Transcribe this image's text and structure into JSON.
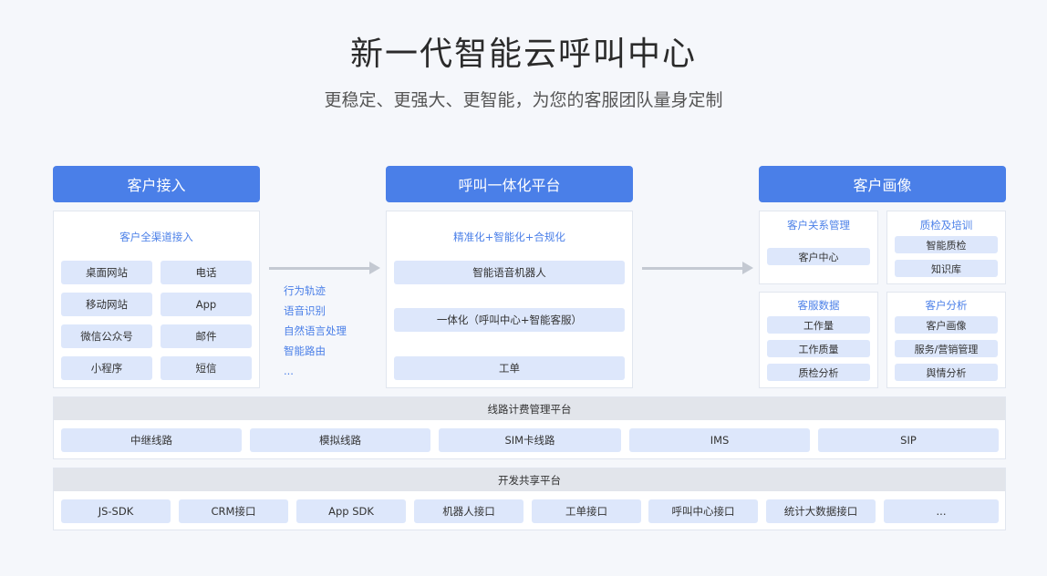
{
  "title": "新一代智能云呼叫中心",
  "subtitle": "更稳定、更强大、更智能，为您的客服团队量身定制",
  "colors": {
    "accent": "#4a7fe8",
    "chip": "#dde7fb",
    "arrow": "#c4c9d2"
  },
  "access": {
    "header": "客户接入",
    "panel_title": "客户全渠道接入",
    "channels": [
      "桌面网站",
      "电话",
      "移动网站",
      "App",
      "微信公众号",
      "邮件",
      "小程序",
      "短信"
    ]
  },
  "features": [
    "行为轨迹",
    "语音识别",
    "自然语言处理",
    "智能路由",
    "..."
  ],
  "platform": {
    "header": "呼叫一体化平台",
    "panel_title": "精准化+智能化+合规化",
    "items": [
      "智能语音机器人",
      "一体化（呼叫中心+智能客服）",
      "工单"
    ]
  },
  "profile": {
    "header": "客户画像",
    "crm": {
      "title": "客户关系管理",
      "items": [
        "客户中心"
      ]
    },
    "qa": {
      "title": "质检及培训",
      "items": [
        "智能质检",
        "知识库"
      ]
    },
    "service_data": {
      "title": "客服数据",
      "items": [
        "工作量",
        "工作质量",
        "质检分析"
      ]
    },
    "analysis": {
      "title": "客户分析",
      "items": [
        "客户画像",
        "服务/营销管理",
        "舆情分析"
      ]
    }
  },
  "billing": {
    "header": "线路计费管理平台",
    "items": [
      "中继线路",
      "模拟线路",
      "SIM卡线路",
      "IMS",
      "SIP"
    ]
  },
  "dev": {
    "header": "开发共享平台",
    "items": [
      "JS-SDK",
      "CRM接口",
      "App SDK",
      "机器人接口",
      "工单接口",
      "呼叫中心接口",
      "统计大数据接口",
      "..."
    ]
  }
}
